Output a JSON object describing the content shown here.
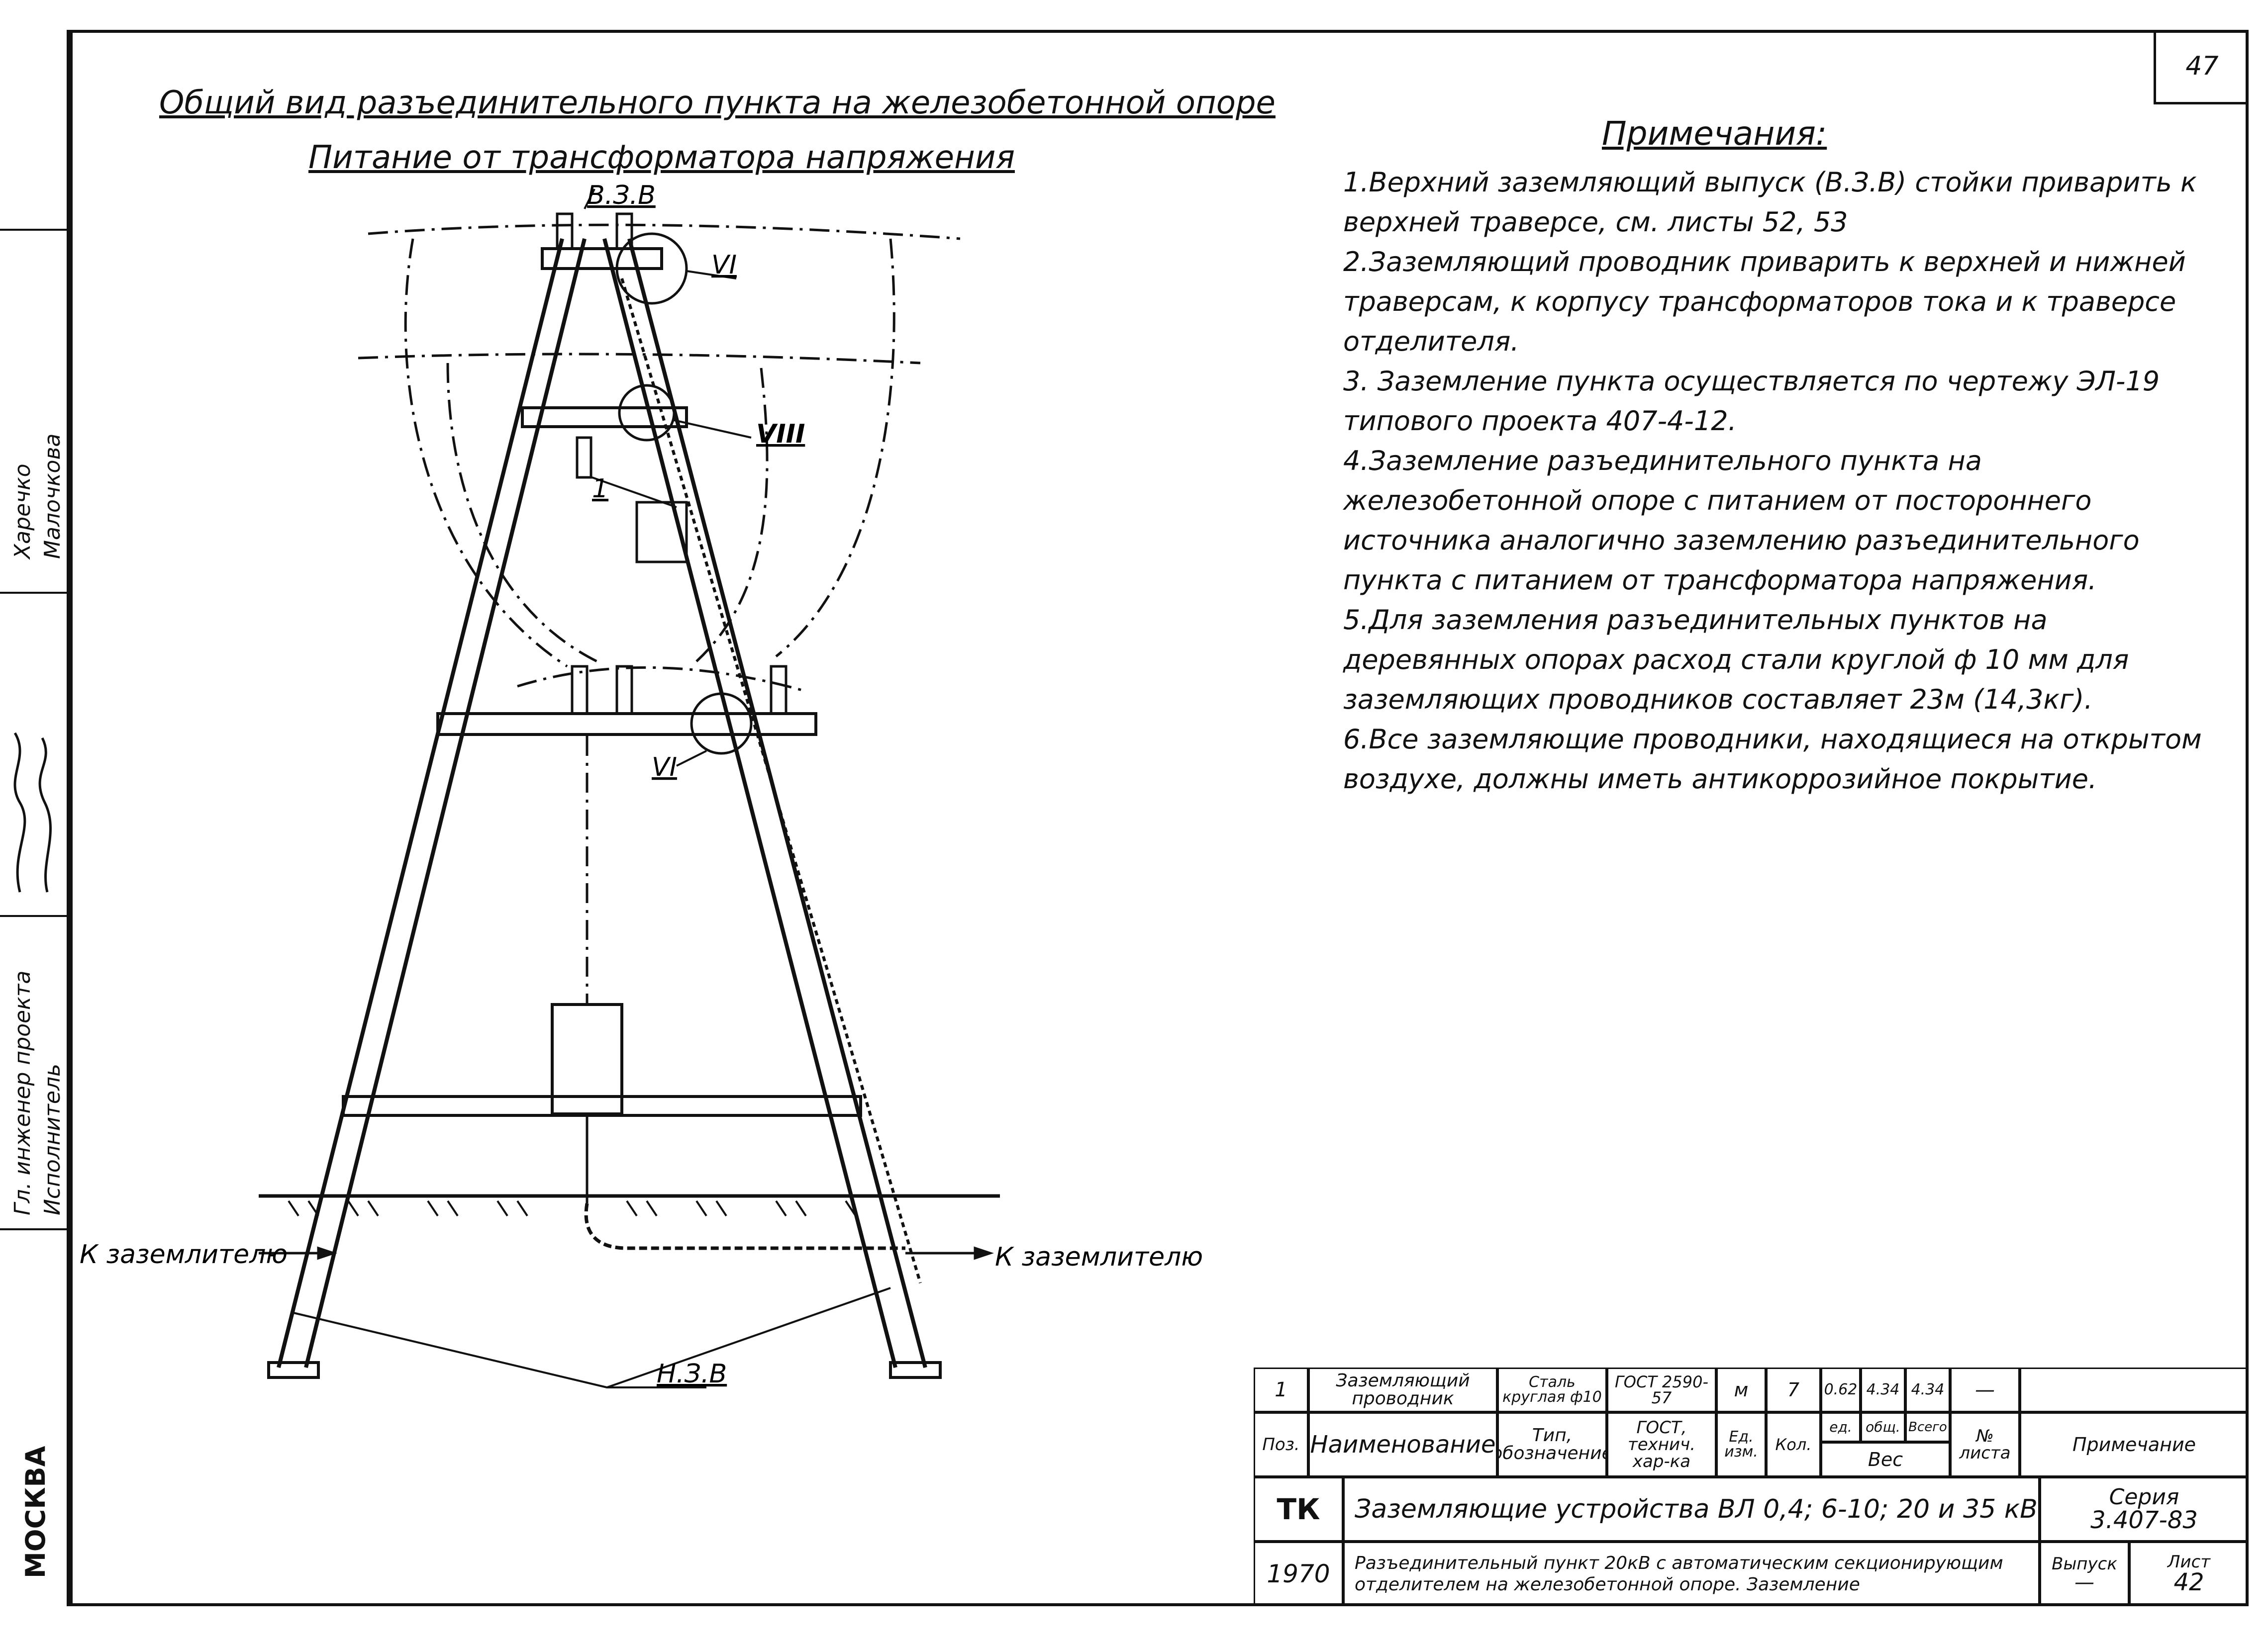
{
  "sheet_number_top": "47",
  "left_strip": {
    "city": "МОСКВА",
    "role_chief": "Гл. инженер проекта",
    "role_executor": "Исполнитель",
    "name_chief": "Харечко",
    "name_executor": "Малочкова"
  },
  "titles": {
    "main": "Общий вид разъединительного пункта на железобетонной опоре",
    "sub": "Питание от трансформатора напряжения"
  },
  "notes": {
    "heading": "Примечания:",
    "items": [
      "1.Верхний заземляющий выпуск (В.З.В) стойки приварить к верхней траверсе, см. листы 52, 53",
      "2.Заземляющий проводник приварить к верхней и нижней траверсам, к корпусу трансформаторов тока и к траверсе отделителя.",
      "3. Заземление пункта осуществляется по чертежу ЭЛ-19 типового проекта 407-4-12.",
      "4.Заземление разъединительного пункта на железобетонной опоре с питанием от постороннего источника аналогично заземлению разъединительного пункта с питанием от трансформатора напряжения.",
      "5.Для заземления разъединительных пунктов на деревянных опорах расход стали круглой ф 10 мм для заземляющих проводников составляет 23м (14,3кг).",
      "6.Все заземляющие проводники, находящиеся на открытом воздухе, должны иметь антикоррозийное покрытие."
    ]
  },
  "callouts": {
    "vzv": "В.З.В",
    "nzv": "Н.З.В",
    "vi_top": "VI",
    "viii": "VIII",
    "vi_bottom": "VI",
    "pos1": "1",
    "to_earth_left": "К заземлителю",
    "to_earth_right": "К заземлителю"
  },
  "title_block": {
    "row1": {
      "pos": "1",
      "name": "Заземляющий проводник",
      "type": "Сталь круглая ф10",
      "gost": "ГОСТ 2590-57",
      "unit": "м",
      "qty": "7",
      "w_unit": "0.62",
      "w_total": "4.34",
      "w_all": "4.34",
      "sheet": "—",
      "note": ""
    },
    "header": {
      "pos": "Поз.",
      "name": "Наименование",
      "type": "Тип, обозначение",
      "gost": "ГОСТ, технич. хар-ка",
      "unit": "Ед. изм.",
      "qty": "Кол.",
      "w_unit": "ед.",
      "w_total": "общ.",
      "w_all": "Всего",
      "weight": "Вес",
      "sheet": "№ листа",
      "note": "Примечание"
    },
    "org": "ТК",
    "year": "1970",
    "series_label": "Серия",
    "series_value": "3.407-83",
    "title_main": "Заземляющие устройства ВЛ 0,4; 6-10; 20 и 35 кВ",
    "title_sub": "Разъединительный пункт 20кВ с автоматическим секционирующим отделителем на железобетонной опоре. Заземление",
    "issue_label": "Выпуск",
    "issue_value": "—",
    "sheet_label": "Лист",
    "sheet_value": "42"
  }
}
